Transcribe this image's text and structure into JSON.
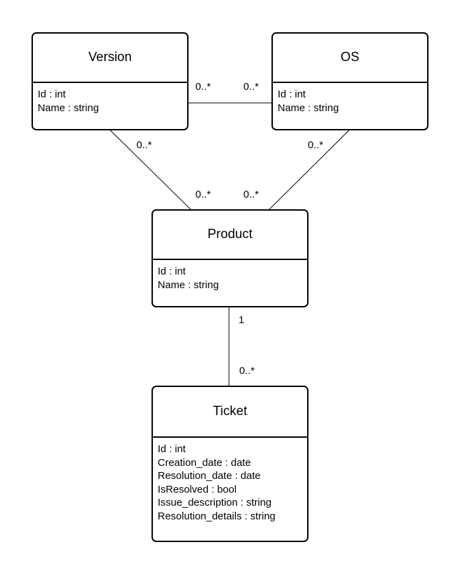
{
  "classes": {
    "version": {
      "name": "Version",
      "attributes": [
        "Id : int",
        "Name : string"
      ]
    },
    "os": {
      "name": "OS",
      "attributes": [
        "Id : int",
        "Name : string"
      ]
    },
    "product": {
      "name": "Product",
      "attributes": [
        "Id : int",
        "Name : string"
      ]
    },
    "ticket": {
      "name": "Ticket",
      "attributes": [
        "Id : int",
        "Creation_date : date",
        "Resolution_date : date",
        "IsResolved : bool",
        "Issue_description : string",
        "Resolution_details : string"
      ]
    }
  },
  "associations": {
    "version_os": {
      "version_end": "0..*",
      "os_end": "0..*"
    },
    "version_product": {
      "version_end": "0..*",
      "product_end": "0..*"
    },
    "os_product": {
      "os_end": "0..*",
      "product_end": "0..*"
    },
    "product_ticket": {
      "product_end": "1",
      "ticket_end": "0..*"
    }
  },
  "colors": {
    "stroke": "#000000",
    "fill": "#ffffff"
  }
}
